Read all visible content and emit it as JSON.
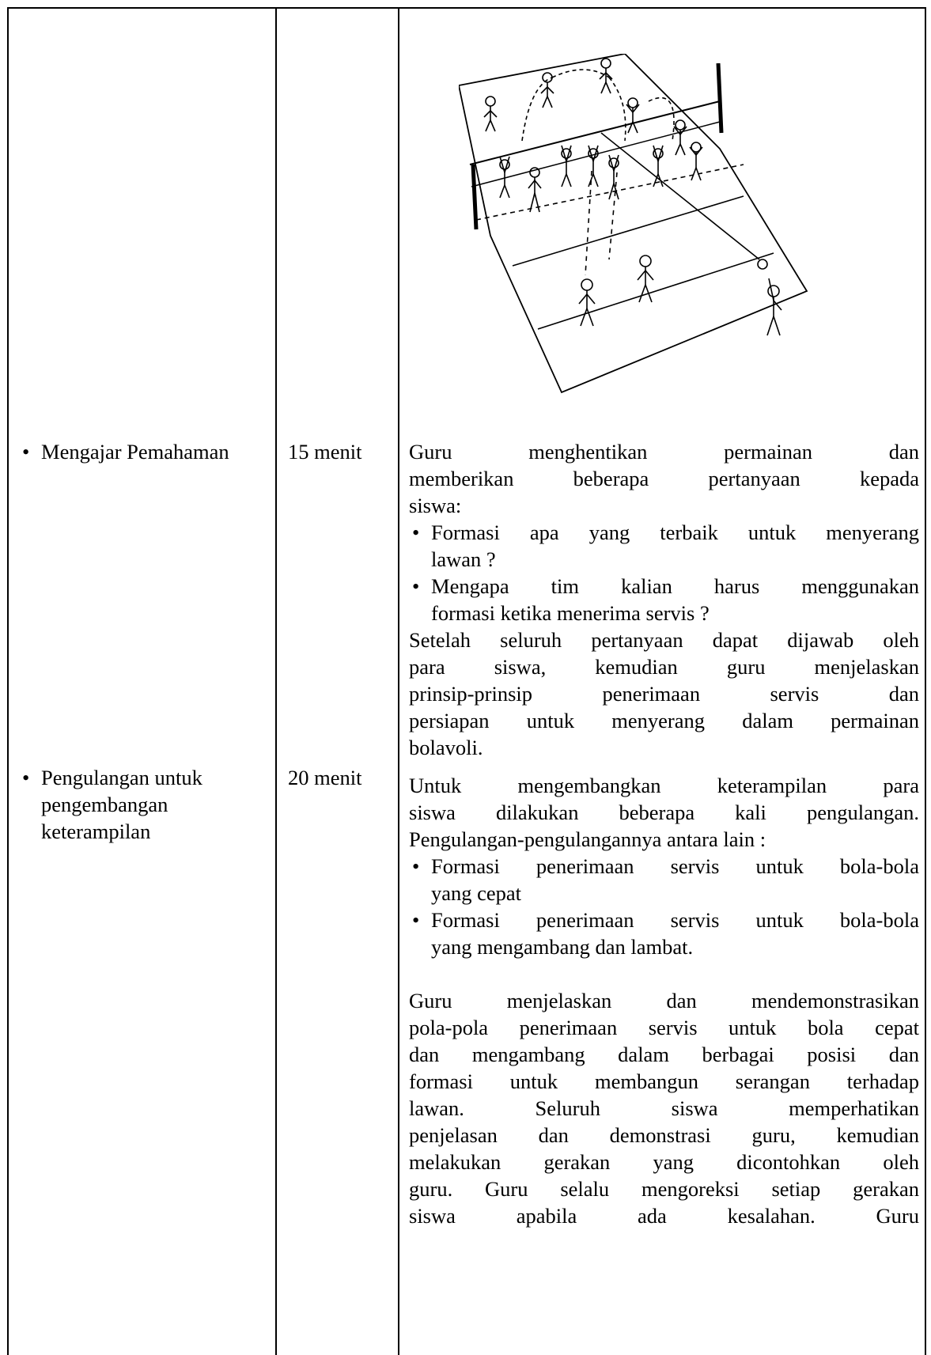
{
  "rows": [
    {
      "activity": "Mengajar Pemahaman",
      "time": "15 menit",
      "description": {
        "intro": [
          "Guru menghentikan permainan dan",
          "memberikan beberapa pertanyaan kepada",
          "siswa:"
        ],
        "bullets": [
          [
            "Formasi apa yang terbaik untuk menyerang",
            "lawan ?"
          ],
          [
            "Mengapa tim kalian harus menggunakan",
            "formasi ketika menerima servis ?"
          ]
        ],
        "outro": [
          "Setelah seluruh pertanyaan dapat dijawab oleh",
          "para siswa, kemudian guru menjelaskan",
          "prinsip-prinsip penerimaan servis dan",
          "persiapan untuk menyerang dalam permainan",
          "bolavoli."
        ]
      }
    },
    {
      "activity_lines": [
        "Pengulangan untuk",
        "pengembangan",
        "keterampilan"
      ],
      "time": "20 menit",
      "description": {
        "intro": [
          "Untuk mengembangkan keterampilan para",
          "siswa dilakukan beberapa kali pengulangan.",
          "Pengulangan-pengulangannya antara lain :"
        ],
        "bullets": [
          [
            "Formasi penerimaan servis untuk bola-bola",
            "yang cepat"
          ],
          [
            "Formasi penerimaan servis untuk bola-bola",
            "yang mengambang dan lambat."
          ]
        ],
        "outro": [
          "Guru menjelaskan dan mendemonstrasikan",
          "pola-pola penerimaan servis untuk bola cepat",
          "dan mengambang dalam berbagai posisi dan",
          "formasi untuk membangun serangan terhadap",
          "lawan. Seluruh siswa memperhatikan",
          "penjelasan dan demonstrasi guru, kemudian",
          "melakukan gerakan yang dicontohkan oleh",
          "guru. Guru selalu mengoreksi setiap gerakan",
          "siswa apabila ada kesalahan. Guru"
        ]
      }
    }
  ]
}
